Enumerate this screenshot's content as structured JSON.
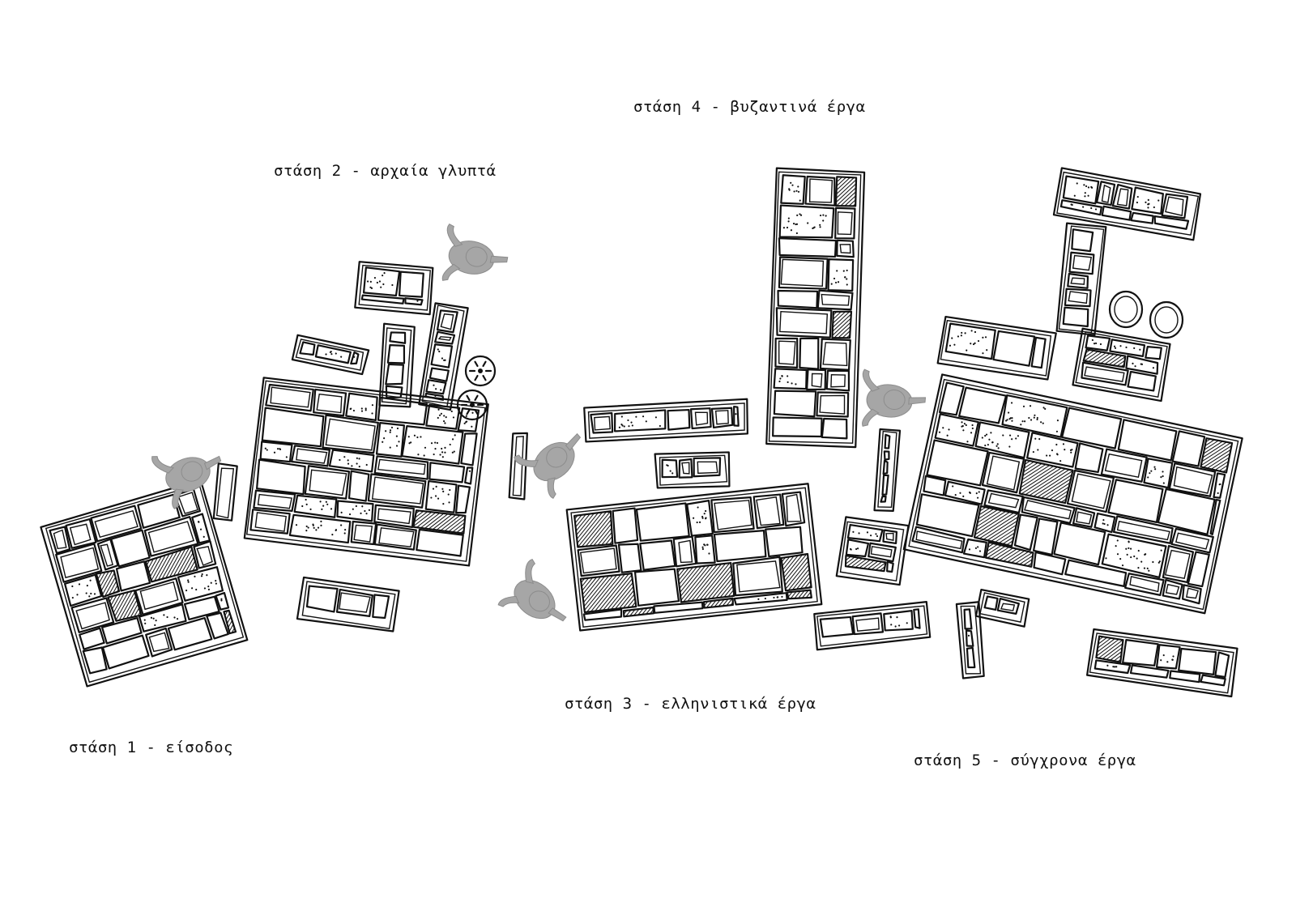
{
  "stops": [
    {
      "label": "στάση 1 - είσοδος"
    },
    {
      "label": "στάση 2 - αρχαία γλυπτά"
    },
    {
      "label": "στάση 3 - ελληνιστικά έργα"
    },
    {
      "label": "στάση 4 - βυζαντινά έργα"
    },
    {
      "label": "στάση 5 - σύγχρονα έργα"
    }
  ],
  "style": {
    "ink": "#111111",
    "figure_fill": "#a6a6a6",
    "background": "#ffffff"
  }
}
